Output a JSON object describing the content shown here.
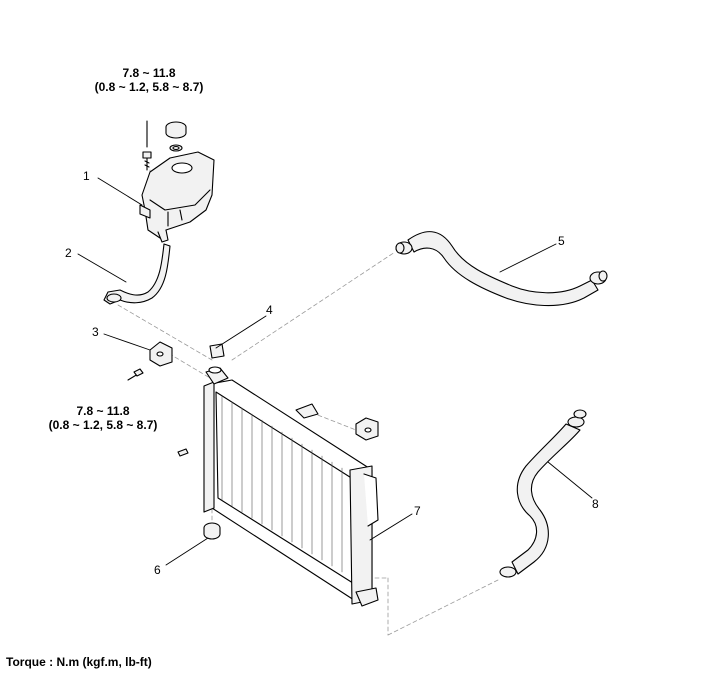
{
  "torque_top": {
    "line1": "7.8 ~ 11.8",
    "line2": "(0.8 ~ 1.2, 5.8 ~ 8.7)"
  },
  "torque_left": {
    "line1": "7.8 ~ 11.8",
    "line2": "(0.8 ~ 1.2, 5.8 ~ 8.7)"
  },
  "callouts": [
    "1",
    "2",
    "3",
    "4",
    "5",
    "6",
    "7",
    "8"
  ],
  "footer": "Torque : N.m (kgf.m, lb-ft)",
  "colors": {
    "line": "#000000",
    "guide": "#9a9a9a",
    "fill": "#f2f2f2"
  }
}
